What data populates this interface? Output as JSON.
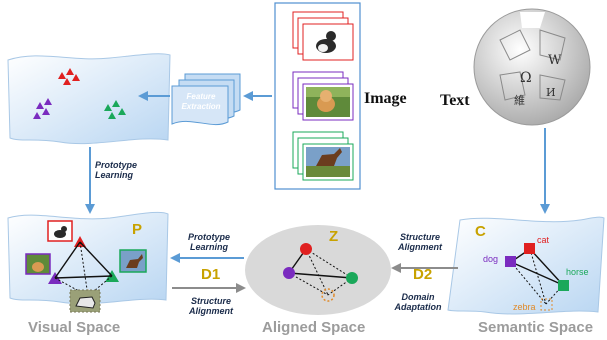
{
  "labels": {
    "text": "Text",
    "image": "Image",
    "feature_extraction": "Feature\nExtraction",
    "prototype_learning_top": "Prototype\nLearning",
    "prototype_learning_mid": "Prototype\nLearning",
    "structure_alignment_left": "Structure\nAlignment",
    "structure_alignment_right": "Structure\nAlignment",
    "domain_adaptation": "Domain\nAdaptation",
    "d1": "D1",
    "d2": "D2",
    "p": "P",
    "z": "Z",
    "c": "C",
    "visual_space": "Visual Space",
    "aligned_space": "Aligned Space",
    "semantic_space": "Semantic Space",
    "cat": "cat",
    "dog": "dog",
    "horse": "horse",
    "zebra": "zebra"
  },
  "colors": {
    "arrow": "#5b9bd5",
    "grey_arrow": "#8c8c8c",
    "red": "#e02020",
    "purple": "#7a2bbf",
    "green": "#1aa85a",
    "orange": "#e08a2a",
    "gold": "#c8a200",
    "space_fill": "#cfe3f7",
    "aligned_fill": "#d9d9d9"
  },
  "icons": [
    "wikipedia-globe-icon",
    "cat-photo-icon",
    "dog-photo-icon",
    "horse-photo-icon",
    "zebra-photo-icon"
  ]
}
